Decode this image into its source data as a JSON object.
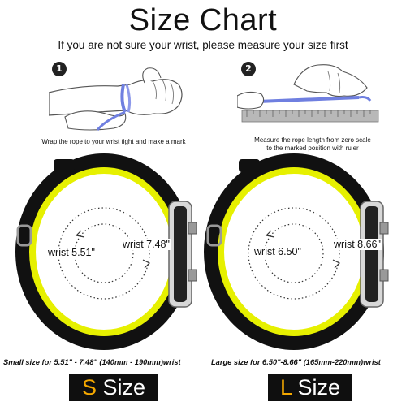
{
  "header": {
    "title": "Size Chart",
    "subtitle": "If you are not sure your wrist, please measure your size first"
  },
  "steps": [
    {
      "number": "1",
      "caption": "Wrap the rope to your wrist tight and make a mark",
      "icon": "wrist-measure-icon"
    },
    {
      "number": "2",
      "caption_line1": "Measure the rope length from zero scale",
      "caption_line2": "to the marked position with ruler",
      "icon": "ruler-measure-icon"
    }
  ],
  "sizes": [
    {
      "letter": "S",
      "word": " Size",
      "wrist_min": "wrist 5.51\"",
      "wrist_max": "wrist 7.48\"",
      "description": "Small size for 5.51\" - 7.48\" (140mm - 190mm)wrist"
    },
    {
      "letter": "L",
      "word": " Size",
      "wrist_min": "wrist 6.50\"",
      "wrist_max": "wrist 8.66\"",
      "description": "Large size for 6.50\"-8.66\" (165mm-220mm)wrist"
    }
  ],
  "colors": {
    "band_black": "#111111",
    "band_yellow": "#e6f000",
    "rope": "#6f7fe0",
    "accent_letter": "#f5a800"
  }
}
